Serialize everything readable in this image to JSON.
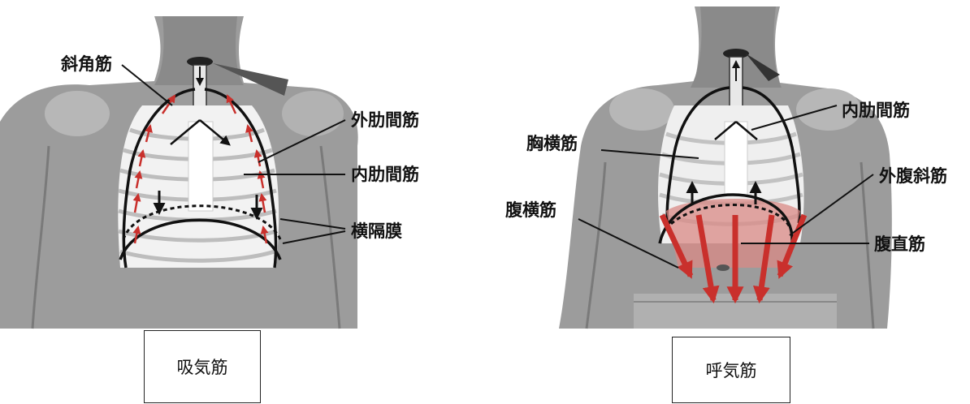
{
  "inhale": {
    "caption": "吸気筋",
    "labels": {
      "scalene": "斜角筋",
      "external_intercostal": "外肋間筋",
      "internal_intercostal": "内肋間筋",
      "diaphragm": "横隔膜"
    }
  },
  "exhale": {
    "caption": "呼気筋",
    "labels": {
      "internal_intercostal": "内肋間筋",
      "transversus_thoracis": "胸横筋",
      "external_oblique": "外腹斜筋",
      "transversus_abdominis": "腹横筋",
      "rectus_abdominis": "腹直筋"
    }
  },
  "colors": {
    "skin": "#9c9c9c",
    "skin_dark": "#7a7a7a",
    "muscle_arrow": "#c9302c",
    "ribs": "#f4f4f4",
    "line": "#111111"
  }
}
